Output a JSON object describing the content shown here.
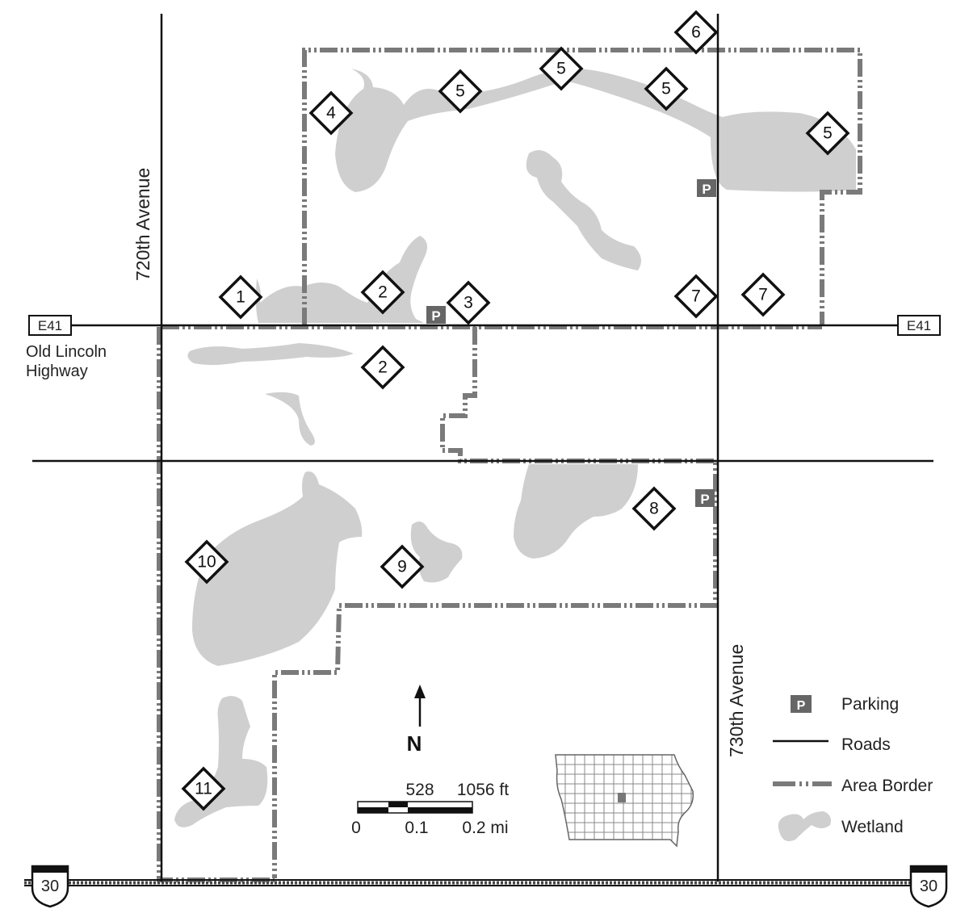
{
  "roads": {
    "west_avenue": "720th Avenue",
    "east_avenue": "730th Avenue",
    "e41_shield": "E41",
    "e41_name_line1": "Old Lincoln",
    "e41_name_line2": "Highway",
    "us30_shield": "30"
  },
  "sites": [
    "1",
    "2",
    "3",
    "4",
    "5",
    "5",
    "5",
    "5",
    "6",
    "7",
    "7",
    "2",
    "8",
    "9",
    "10",
    "11"
  ],
  "parking_symbol": "P",
  "north_label": "N",
  "scale": {
    "ft_mid": "528",
    "ft_end": "1056 ft",
    "mi_start": "0",
    "mi_mid": "0.1",
    "mi_end": "0.2 mi"
  },
  "legend": {
    "parking": "Parking",
    "roads": "Roads",
    "area_border": "Area Border",
    "wetland": "Wetland"
  },
  "colors": {
    "wetland": "#cfcfcf",
    "border": "#7a7a7a",
    "parking": "#666666",
    "road": "#111111"
  }
}
